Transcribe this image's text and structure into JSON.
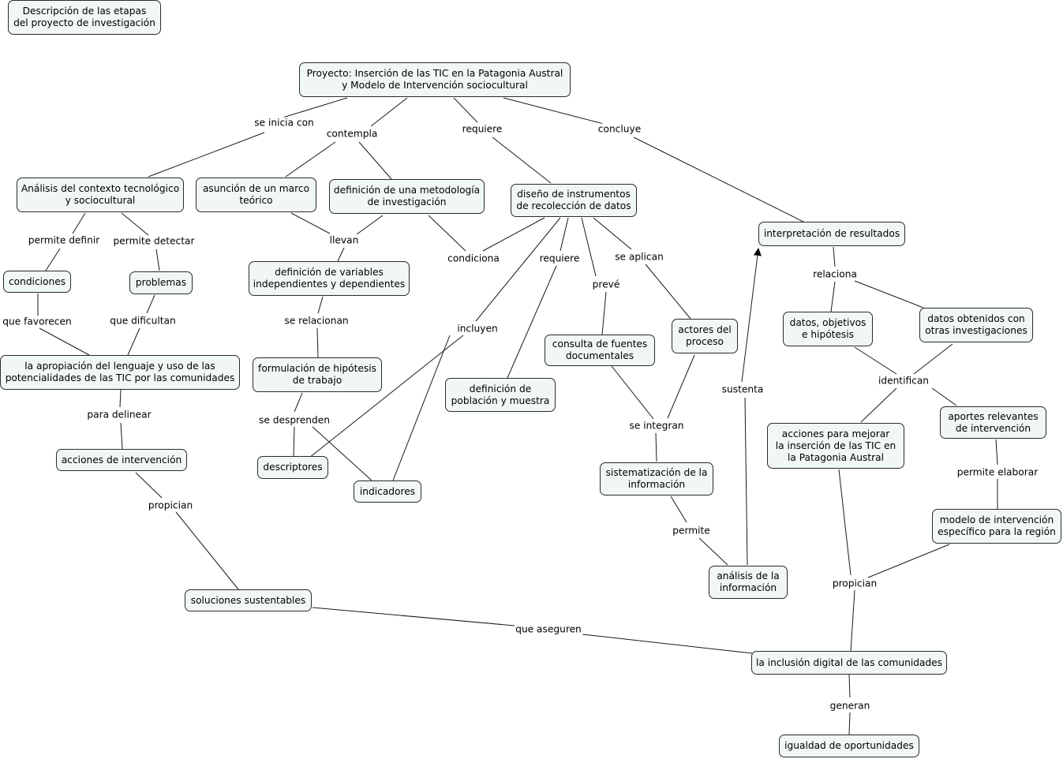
{
  "title_box": "Descripción de las etapas\ndel proyecto de investigación",
  "nodes": {
    "proyecto": "Proyecto: Inserción de las TIC en la Patagonia Austral\ny Modelo de Intervención sociocultural",
    "analisis_contexto": "Análisis del contexto tecnológico\ny sociocultural",
    "marco_teorico": "asunción de un marco\nteórico",
    "metodologia": "definición de una metodología\nde investigación",
    "diseno_instrumentos": "diseño de instrumentos\nde recolección de datos",
    "interpretacion": "interpretación de resultados",
    "condiciones": "condiciones",
    "problemas": "problemas",
    "variables": "definición de variables\nindependientes y dependientes",
    "apropiacion": "la apropiación del lenguaje y uso de las\npotencialidades de las TIC por las comunidades",
    "hipotesis": "formulación de hipótesis\nde trabajo",
    "poblacion": "definición de\npoblación y muestra",
    "consulta": "consulta de fuentes\ndocumentales",
    "actores": "actores del\nproceso",
    "datos_objetivos": "datos, objetivos\ne hipótesis",
    "datos_otras": "datos obtenidos con\notras investigaciones",
    "acciones_intervencion": "acciones de intervención",
    "descriptores": "descriptores",
    "indicadores": "indicadores",
    "sistematizacion": "sistematización de la\ninformación",
    "acciones_mejorar": "acciones para mejorar\nla inserción de las TIC en\nla Patagonia Austral",
    "aportes": "aportes relevantes\nde intervención",
    "modelo": "modelo de intervención\nespecífico para la región",
    "analisis_info": "análisis de la\ninformación",
    "soluciones": "soluciones sustentables",
    "inclusion": "la inclusión digital de las comunidades",
    "igualdad": "igualdad de oportunidades"
  },
  "links": {
    "se_inicia_con": "se inicia con",
    "contempla": "contempla",
    "requiere_1": "requiere",
    "concluye": "concluye",
    "permite_definir": "permite definir",
    "permite_detectar": "permite detectar",
    "llevan": "llevan",
    "condiciona": "condiciona",
    "requiere_2": "requiere",
    "se_aplican": "se aplican",
    "relaciona": "relaciona",
    "preve": "prevé",
    "que_favorecen": "que favorecen",
    "que_dificultan": "que dificultan",
    "se_relacionan": "se relacionan",
    "incluyen": "incluyen",
    "sustenta": "sustenta",
    "identifican": "identifican",
    "para_delinear": "para delinear",
    "se_desprenden": "se desprenden",
    "se_integran": "se integran",
    "permite_elaborar": "permite elaborar",
    "propician_1": "propician",
    "permite": "permite",
    "propician_2": "propician",
    "que_aseguren": "que aseguren",
    "generan": "generan"
  },
  "colors": {
    "node_fill": "#f1f6f7",
    "border": "#2b2b2b",
    "line": "#1a1a1a"
  }
}
